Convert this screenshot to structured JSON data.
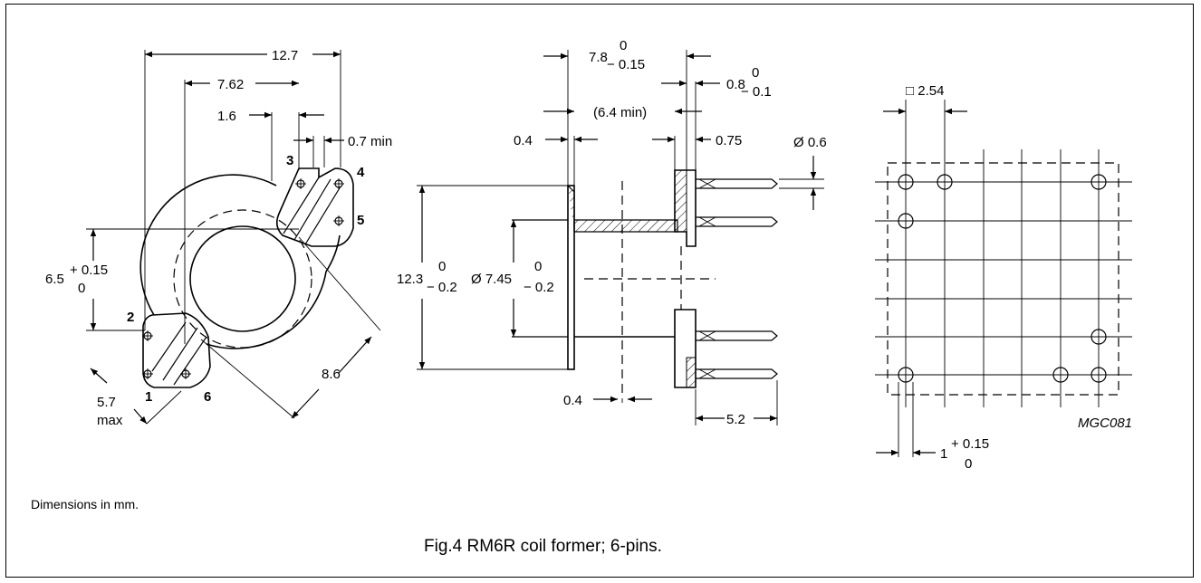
{
  "bottom_view": {
    "dim_overall": "12.7",
    "dim_pin_spacing": "7.62",
    "dim_slot_width": "1.6",
    "dim_slot_gap": "0.7 min",
    "dim_height_nom": "6.5",
    "dim_height_plus": "+ 0.15",
    "dim_height_minus": "0",
    "dim_diag": "8.6",
    "dim_max_val": "5.7",
    "dim_max_word": "max",
    "pin_1": "1",
    "pin_2": "2",
    "pin_3": "3",
    "pin_4": "4",
    "pin_5": "5",
    "pin_6": "6"
  },
  "side_view": {
    "dim_len_nom": "7.8",
    "dim_len_upper": "0",
    "dim_len_lower": "− 0.15",
    "dim_flange_nom": "0.8",
    "dim_flange_upper": "0",
    "dim_flange_lower": "− 0.1",
    "dim_min_len": "(6.4 min)",
    "dim_wall": "0.4",
    "dim_pin_flange": "0.75",
    "dim_pin_dia": "Ø 0.6",
    "dim_height_nom": "12.3",
    "dim_height_upper": "0",
    "dim_height_lower": "− 0.2",
    "dim_core_nom": "Ø 7.45",
    "dim_core_upper": "0",
    "dim_core_lower": "− 0.2",
    "dim_wall_bottom": "0.4",
    "dim_pin_len": "5.2"
  },
  "grid_view": {
    "dim_grid": "□ 2.54",
    "dim_hole_nom": "1",
    "dim_hole_plus": "+ 0.15",
    "dim_hole_minus": "0",
    "code": "MGC081"
  },
  "footnote": "Dimensions in mm.",
  "caption": "Fig.4  RM6R coil former; 6-pins."
}
